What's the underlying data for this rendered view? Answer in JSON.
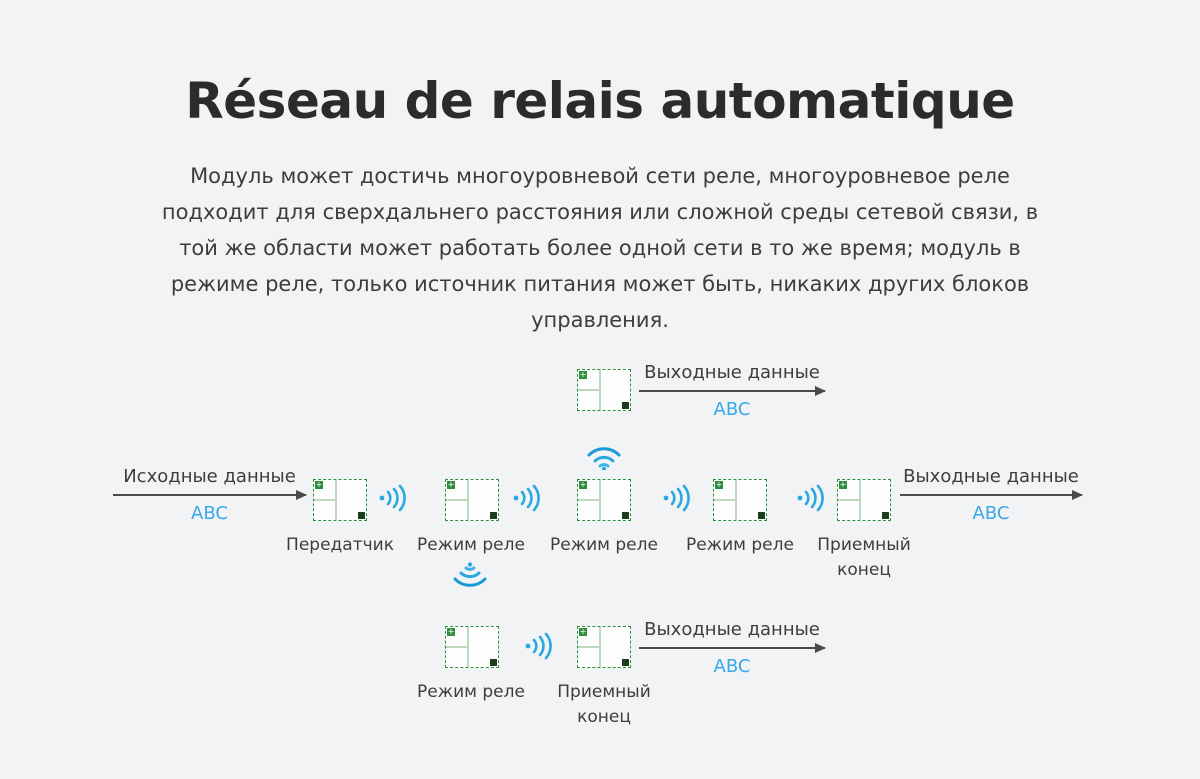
{
  "page": {
    "background": "#f2f3f5",
    "accent_blue": "#38a8e8",
    "module_green": "#2f8f3e",
    "text_color": "#3d3d3d"
  },
  "header": {
    "title": "Réseau de relais automatique",
    "description": "Модуль может достичь многоуровневой сети реле, многоуровневое реле подходит для сверхдальнего расстояния или сложной среды сетевой связи, в той же области может работать более одной сети в то же время; модуль в режиме реле, только источник питания может быть, никаких других блоков управления."
  },
  "diagram": {
    "arrows": {
      "source": {
        "label": "Исходные данные",
        "sub": "ABC"
      },
      "output_top": {
        "label": "Выходные данные",
        "sub": "ABC"
      },
      "output_right": {
        "label": "Выходные данные",
        "sub": "ABC"
      },
      "output_bottom": {
        "label": "Выходные данные",
        "sub": "ABC"
      }
    },
    "main_row": {
      "nodes": [
        {
          "caption": "Передатчик",
          "icon": "module-icon"
        },
        {
          "caption": "Режим реле",
          "icon": "module-icon"
        },
        {
          "caption": "Режим реле",
          "icon": "module-icon"
        },
        {
          "caption": "Режим реле",
          "icon": "module-icon"
        },
        {
          "caption": "Приемный\nконец",
          "icon": "module-icon"
        }
      ]
    },
    "top_branch": {
      "node": {
        "caption": "",
        "icon": "module-icon"
      }
    },
    "bottom_branch": {
      "nodes": [
        {
          "caption": "Режим реле",
          "icon": "module-icon"
        },
        {
          "caption": "Приемный\nконец",
          "icon": "module-icon"
        }
      ]
    },
    "signal_icons": [
      "wireless-signal-icon",
      "wireless-signal-icon",
      "wireless-signal-icon",
      "wireless-signal-icon",
      "wifi-up-icon",
      "wifi-down-icon",
      "wireless-signal-icon"
    ]
  }
}
